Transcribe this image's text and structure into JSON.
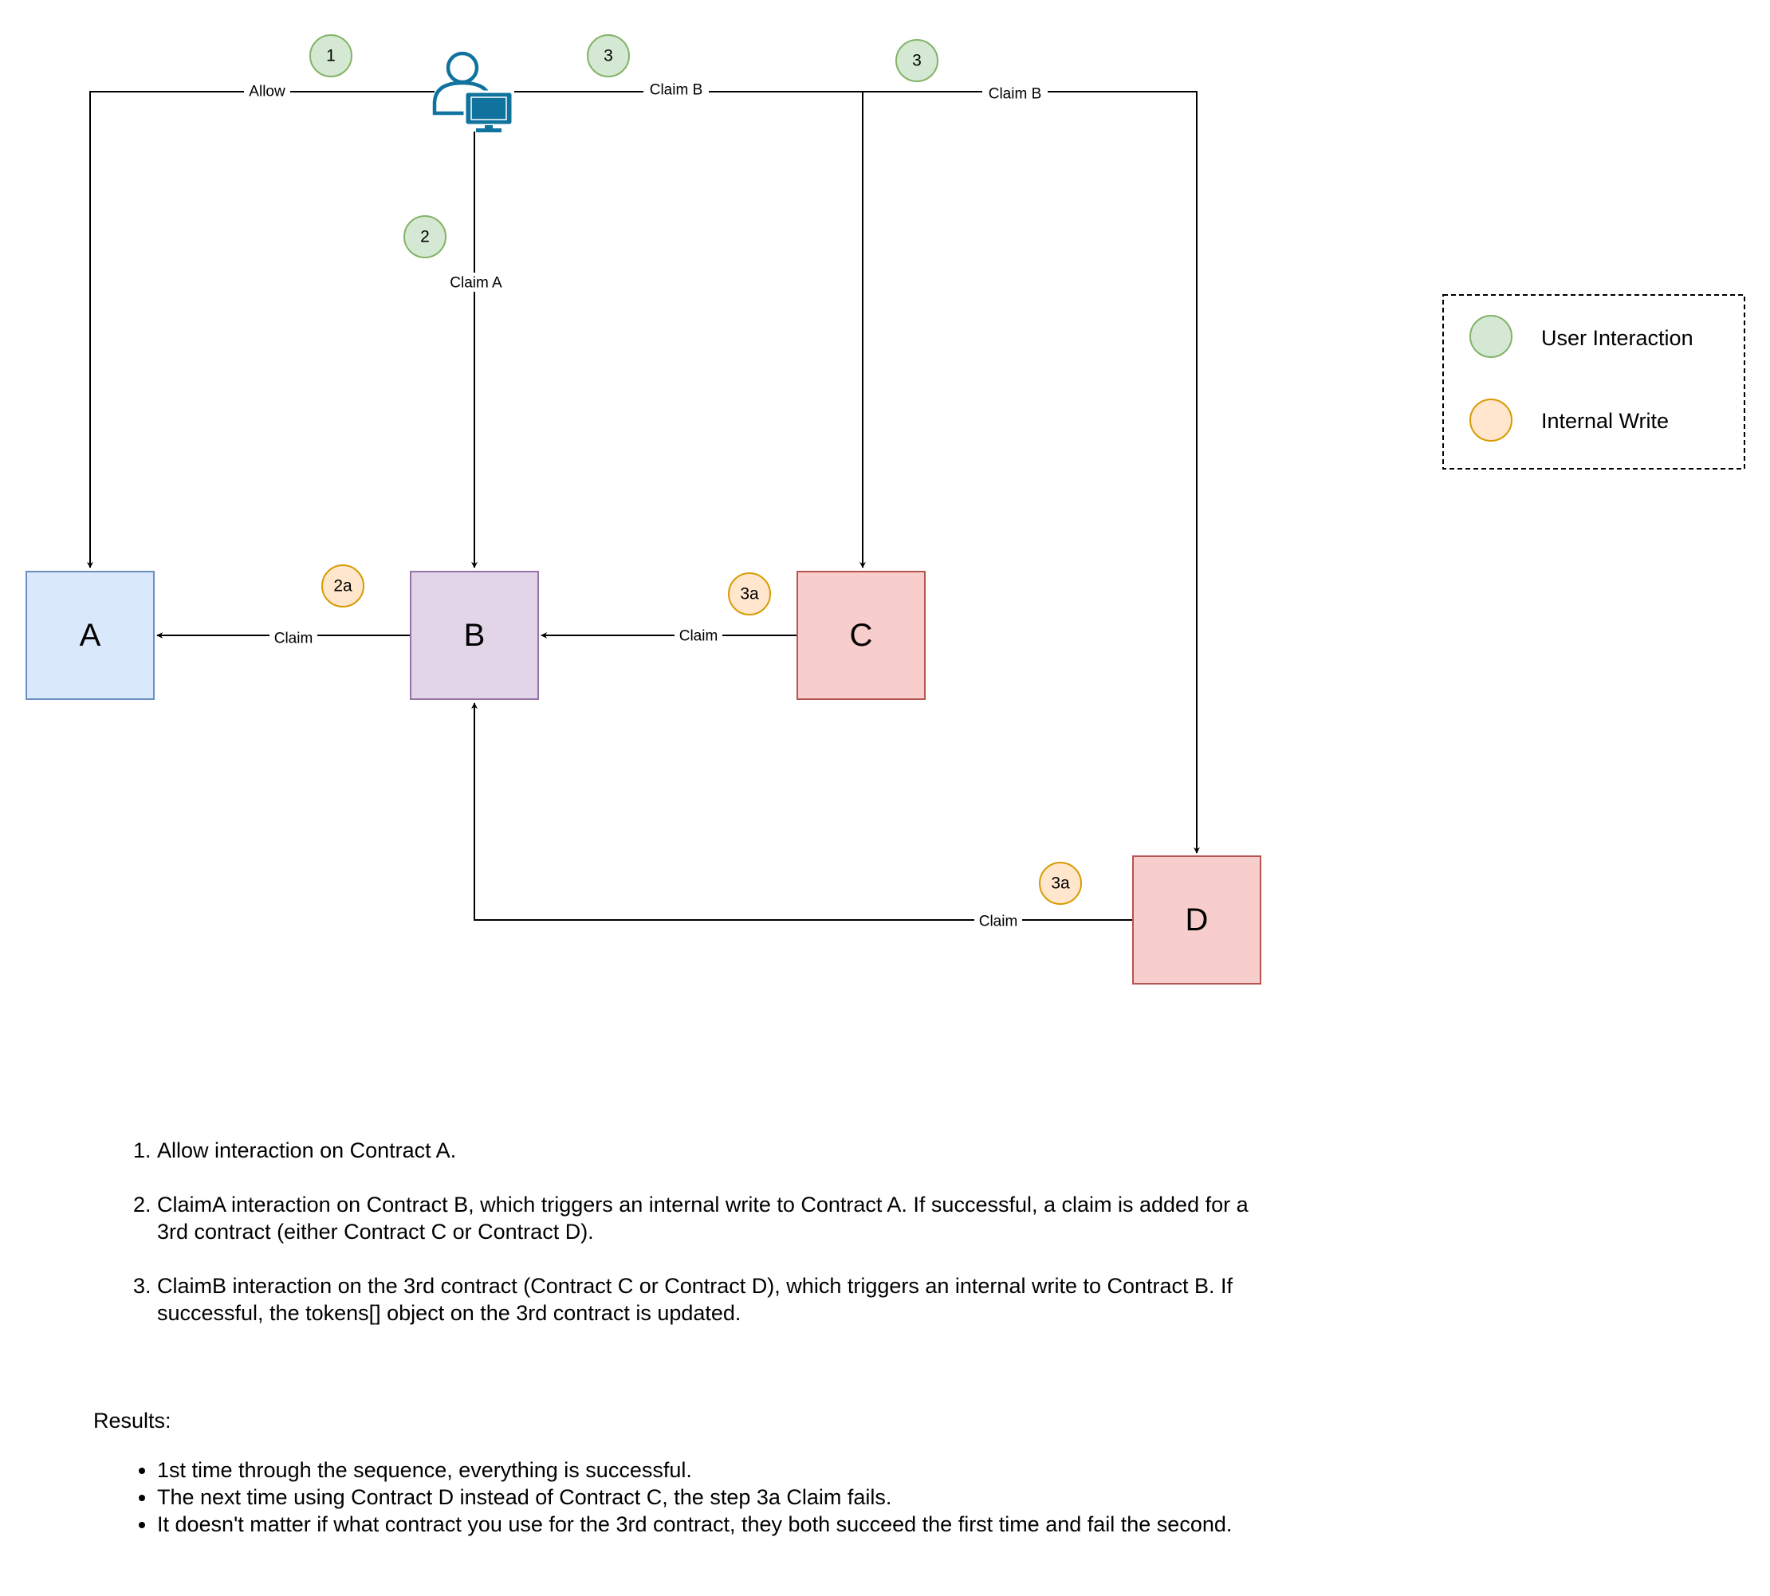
{
  "boxes": {
    "a": {
      "label": "A",
      "fill": "#dae8fc",
      "stroke": "#6c8ebf"
    },
    "b": {
      "label": "B",
      "fill": "#e1d5e7",
      "stroke": "#9673a6"
    },
    "c": {
      "label": "C",
      "fill": "#f8cecc",
      "stroke": "#b85450"
    },
    "d": {
      "label": "D",
      "fill": "#f8cecc",
      "stroke": "#b85450"
    }
  },
  "edges": {
    "allow": "Allow",
    "claim_a": "Claim A",
    "claim_b_c": "Claim B",
    "claim_b_d": "Claim B",
    "b_to_a": "Claim",
    "c_to_b": "Claim",
    "d_to_b": "Claim"
  },
  "badges": {
    "step1": "1",
    "step2": "2",
    "step3_c": "3",
    "step3_d": "3",
    "step2a": "2a",
    "step3a_c": "3a",
    "step3a_d": "3a"
  },
  "colors": {
    "user_fill": "#d5e8d4",
    "user_stroke": "#82b366",
    "internal_fill": "#ffe6cc",
    "internal_stroke": "#d79b00",
    "user_icon": "#10739e"
  },
  "legend": {
    "user_interaction": "User Interaction",
    "internal_write": "Internal Write"
  },
  "steps": [
    "Allow interaction on Contract A.",
    "ClaimA interaction on Contract B, which triggers an internal write to Contract A.  If successful, a claim is added for a 3rd contract (either Contract C or Contract D).",
    "ClaimB interaction on the 3rd contract (Contract C or Contract D), which triggers an internal write to Contract B.  If successful, the tokens[] object on the 3rd contract is updated."
  ],
  "results": {
    "title": "Results:",
    "items": [
      "1st time through the sequence, everything is successful.",
      "The next time using Contract D instead of Contract C, the step 3a Claim fails.",
      "It doesn't matter if what contract you use for the 3rd contract, they both succeed the first time and fail the second."
    ]
  }
}
